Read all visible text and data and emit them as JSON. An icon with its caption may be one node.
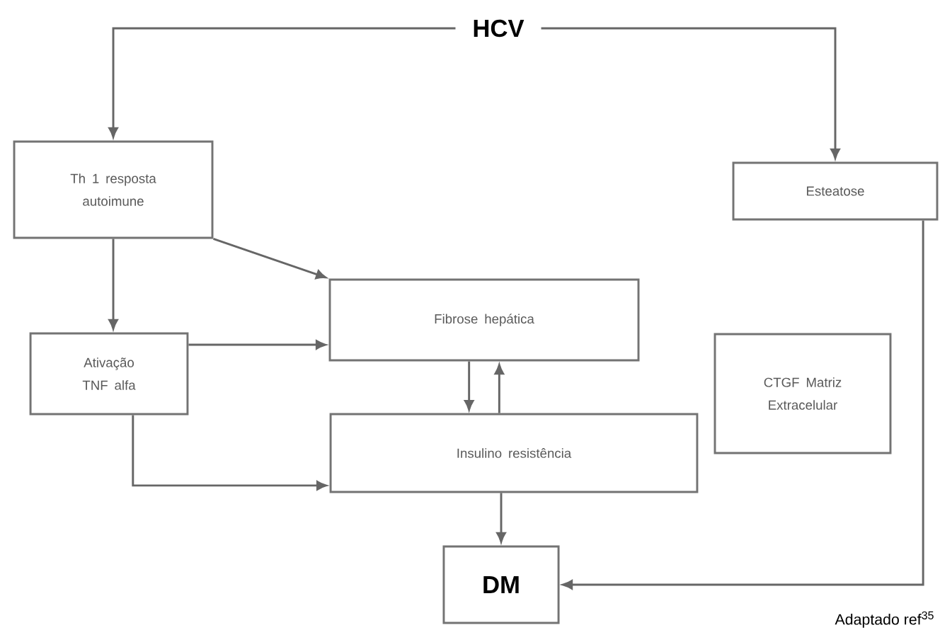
{
  "diagram": {
    "nodes": [
      {
        "text": [
          "HCV"
        ]
      },
      {
        "text": [
          "Th 1 resposta autoimune"
        ]
      },
      {
        "text": [
          "Esteatose"
        ]
      },
      {
        "text": [
          "Fibrose hepática"
        ]
      },
      {
        "text": [
          "Ativação TNF alfa"
        ]
      },
      {
        "text": [
          "CTGF Matriz Extracelular"
        ]
      },
      {
        "text": [
          "Insulino resistência"
        ]
      },
      {
        "text": [
          "DM"
        ]
      }
    ],
    "edges": [
      {
        "from": 0,
        "to": 1,
        "arrow": "to"
      },
      {
        "from": 0,
        "to": 2,
        "arrow": "to"
      },
      {
        "from": 1,
        "to": 4,
        "arrow": "to"
      },
      {
        "from": 1,
        "to": 3,
        "arrow": "to"
      },
      {
        "from": 4,
        "to": 3,
        "arrow": "to"
      },
      {
        "from": 4,
        "to": 6,
        "arrow": "to"
      },
      {
        "from": 3,
        "to": 6,
        "arrow": "to"
      },
      {
        "from": 6,
        "to": 3,
        "arrow": "to"
      },
      {
        "from": 6,
        "to": 7,
        "arrow": "to"
      },
      {
        "from": 2,
        "to": 7,
        "arrow": "to"
      }
    ],
    "labels": [
      "Adaptado ref$^{35}$"
    ]
  }
}
